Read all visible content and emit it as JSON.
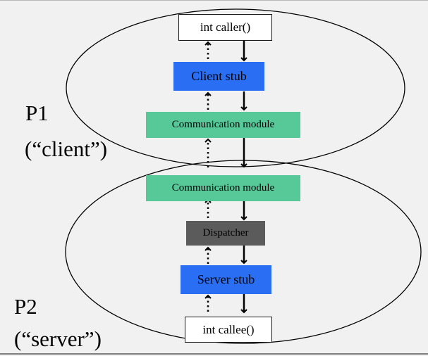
{
  "processes": {
    "p1": {
      "name": "P1",
      "role": "(“client”)"
    },
    "p2": {
      "name": "P2",
      "role": "(“server”)"
    }
  },
  "boxes": {
    "caller": "int caller()",
    "client_stub": "Client stub",
    "comm_client": "Communication module",
    "comm_server": "Communication module",
    "dispatcher": "Dispatcher",
    "server_stub": "Server stub",
    "callee": "int callee()"
  },
  "colors": {
    "background": "#f1f1f1",
    "stub": "#2a6ef4",
    "communication": "#57c999",
    "dispatcher": "#5b5b5b"
  }
}
